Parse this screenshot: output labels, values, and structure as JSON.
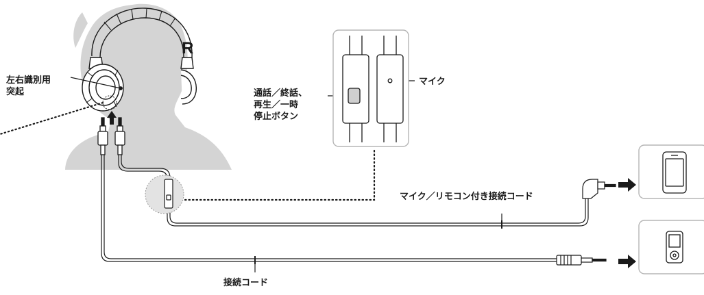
{
  "labels": {
    "r_mark": "R",
    "left_right_ridge": [
      "左右識別用",
      "突起"
    ],
    "call_button": [
      "通話／終話、",
      "再生／一時",
      "停止ボタン"
    ],
    "microphone": "マイク",
    "remote_cord": "マイク／リモコン付き接続コード",
    "connection_cord": "接続コード"
  },
  "devices": {
    "top": "smartphone-icon",
    "bottom": "music-player-icon"
  },
  "icons": {
    "arrow_up": "up-arrow-icon",
    "arrow_right": "right-arrow-icon"
  },
  "colors": {
    "silhouette": "#d4d4d4",
    "line": "#1a1a1a",
    "box_border": "#b5b5b5"
  }
}
